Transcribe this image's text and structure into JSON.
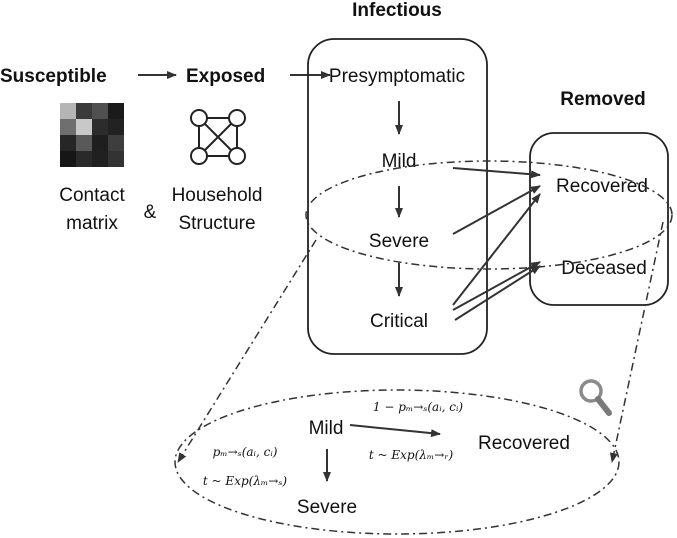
{
  "stages": {
    "susceptible": "Susceptible",
    "exposed": "Exposed",
    "infectious": "Infectious",
    "removed": "Removed"
  },
  "infectious_states": [
    "Presymptomatic",
    "Mild",
    "Severe",
    "Critical"
  ],
  "removed_states": [
    "Recovered",
    "Deceased"
  ],
  "inputs": {
    "contact_matrix_line1": "Contact",
    "contact_matrix_line2": "matrix",
    "ampersand": "&",
    "household_line1": "Household",
    "household_line2": "Structure"
  },
  "zoom": {
    "mild": "Mild",
    "recovered": "Recovered",
    "severe": "Severe",
    "p_recover": "1 − pₘ→ₛ(aᵢ, cᵢ)",
    "p_severe": "pₘ→ₛ(aᵢ, cᵢ)",
    "t_recover": "t ~ Exp(λₘ→ᵣ)",
    "t_severe": "t ~ Exp(λₘ→ₛ)"
  },
  "colors": {
    "line": "#333333",
    "matrix_cells": [
      [
        "#b5b5b5",
        "#3a3a3a",
        "#505050",
        "#1a1a1a"
      ],
      [
        "#6f6f6f",
        "#c8c8c8",
        "#2c2c2c",
        "#222222"
      ],
      [
        "#262626",
        "#595959",
        "#1e1e1e",
        "#3e3e3e"
      ],
      [
        "#161616",
        "#2a2a2a",
        "#202020",
        "#333333"
      ]
    ]
  },
  "icons": [
    "contact-matrix-heatmap",
    "household-graph-icon",
    "magnifier-icon"
  ]
}
